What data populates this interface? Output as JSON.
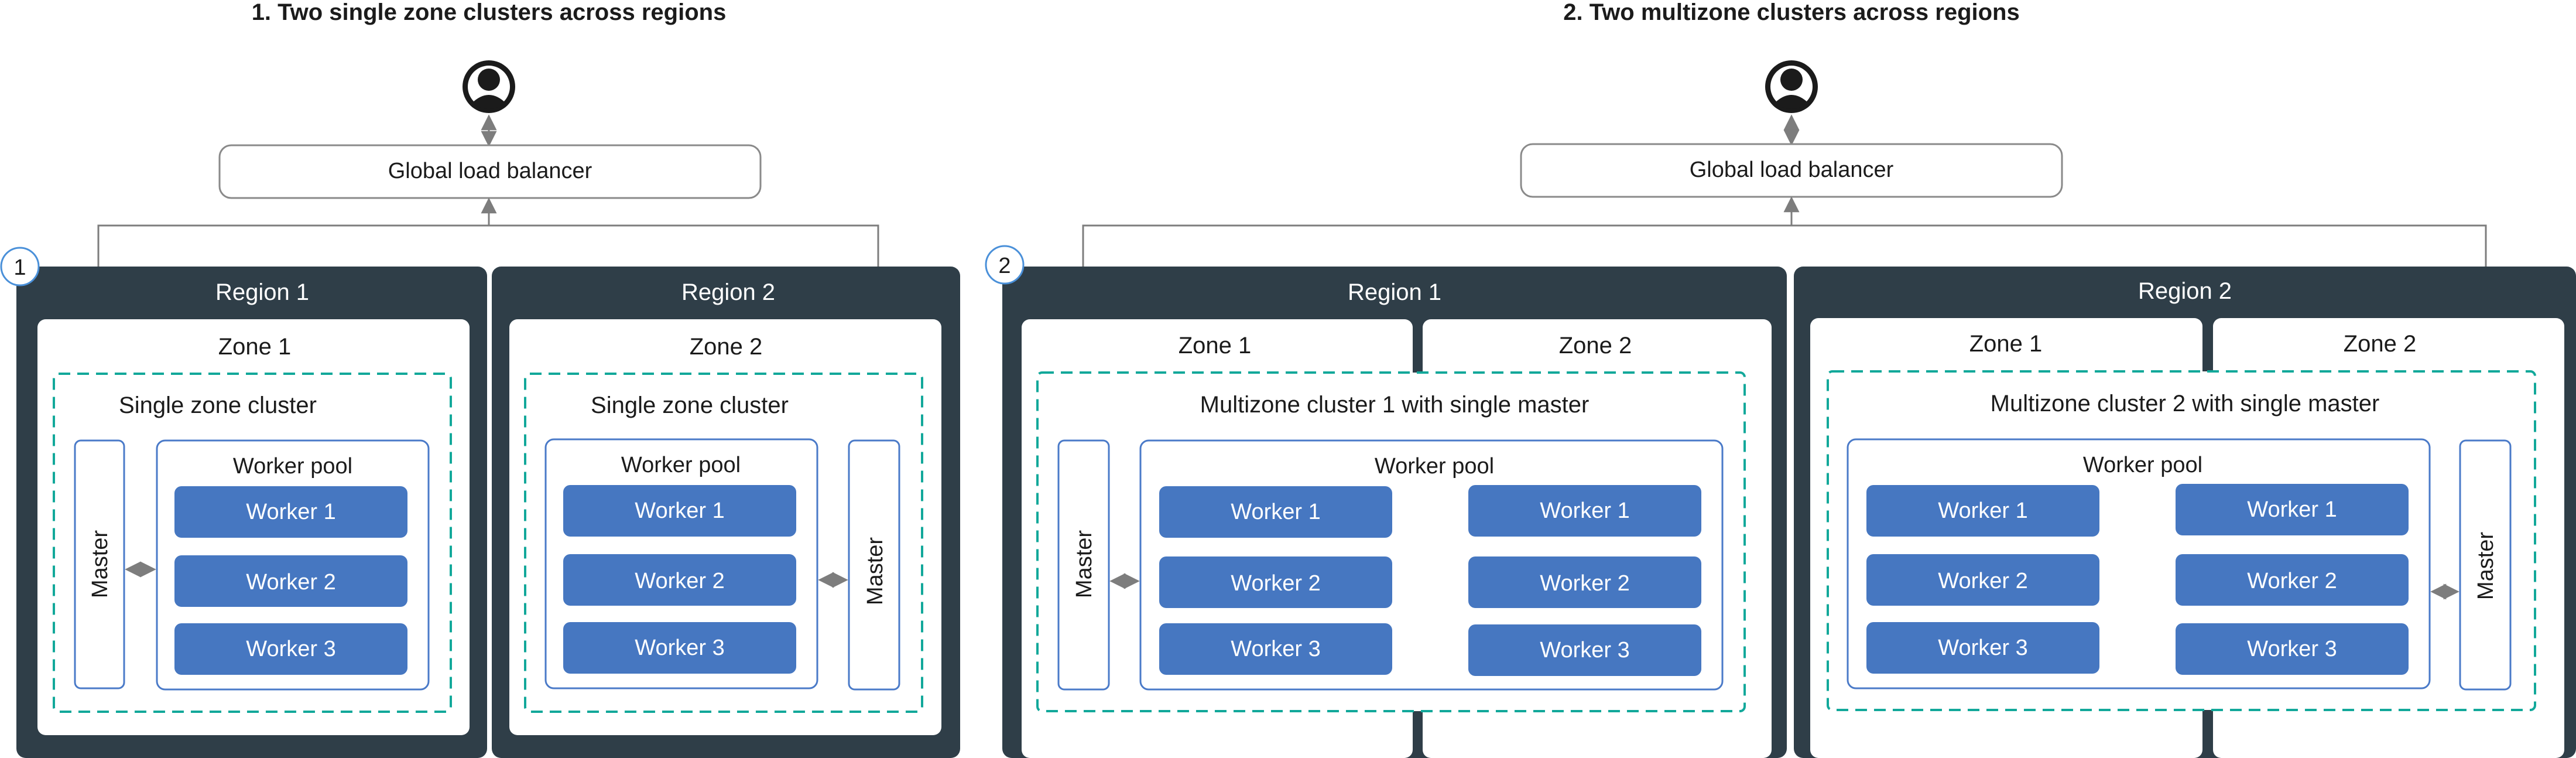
{
  "colors": {
    "region_bg": "#2f3e48",
    "region_text": "#ffffff",
    "zone_bg": "#ffffff",
    "cluster_border": "#12a89a",
    "pool_border": "#4a7ac8",
    "worker_bg": "#4677c1",
    "worker_text": "#ffffff",
    "line": "#7d7d7d",
    "text": "#1b1b1b",
    "badge_border": "#4a90d9"
  },
  "left": {
    "title": "1. Two single zone clusters across regions",
    "user_icon": "user-icon",
    "load_balancer": "Global load balancer",
    "badge": "1",
    "region1": {
      "label": "Region 1",
      "zone": "Zone 1",
      "cluster": "Single zone cluster",
      "master": "Master",
      "pool": "Worker pool",
      "workers": [
        "Worker 1",
        "Worker 2",
        "Worker 3"
      ]
    },
    "region2": {
      "label": "Region 2",
      "zone": "Zone 2",
      "cluster": "Single zone cluster",
      "master": "Master",
      "pool": "Worker pool",
      "workers": [
        "Worker 1",
        "Worker 2",
        "Worker 3"
      ]
    }
  },
  "right": {
    "title": "2. Two multizone clusters across regions",
    "user_icon": "user-icon",
    "load_balancer": "Global load balancer",
    "badge": "2",
    "region1": {
      "label": "Region 1",
      "zones": [
        "Zone 1",
        "Zone 2"
      ],
      "cluster": "Multizone cluster 1 with single master",
      "master": "Master",
      "pool": "Worker pool",
      "workers_a": [
        "Worker 1",
        "Worker 2",
        "Worker 3"
      ],
      "workers_b": [
        "Worker 1",
        "Worker 2",
        "Worker 3"
      ]
    },
    "region2": {
      "label": "Region 2",
      "zones": [
        "Zone 1",
        "Zone 2"
      ],
      "cluster": "Multizone cluster 2 with single master",
      "master": "Master",
      "pool": "Worker pool",
      "workers_a": [
        "Worker 1",
        "Worker 2",
        "Worker 3"
      ],
      "workers_b": [
        "Worker 1",
        "Worker 2",
        "Worker 3"
      ]
    }
  }
}
